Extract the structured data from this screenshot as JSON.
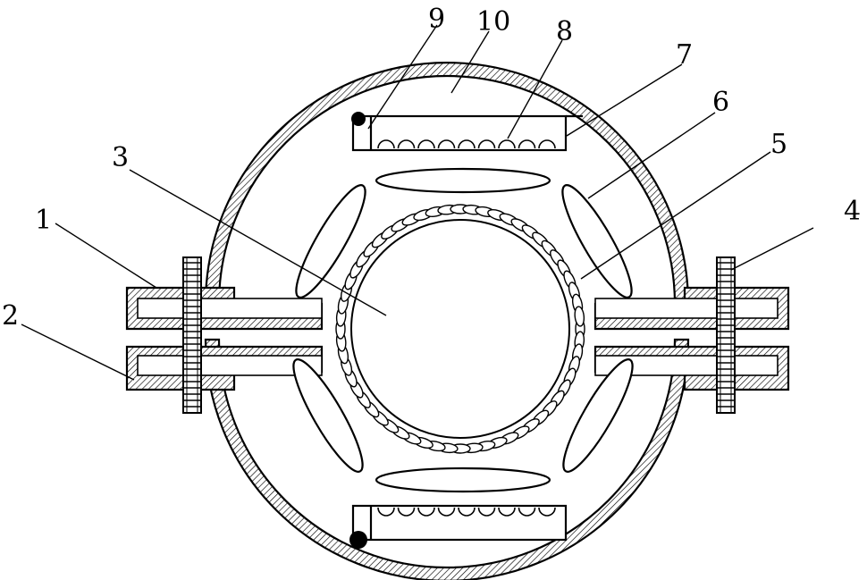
{
  "labels": {
    "l1": "1",
    "l2": "2",
    "l3": "3",
    "l4": "4",
    "l5": "5",
    "l6": "6",
    "l7": "7",
    "l8": "8",
    "l9": "9",
    "l10": "10"
  },
  "colors": {
    "stroke": "#000000",
    "background": "#ffffff"
  }
}
